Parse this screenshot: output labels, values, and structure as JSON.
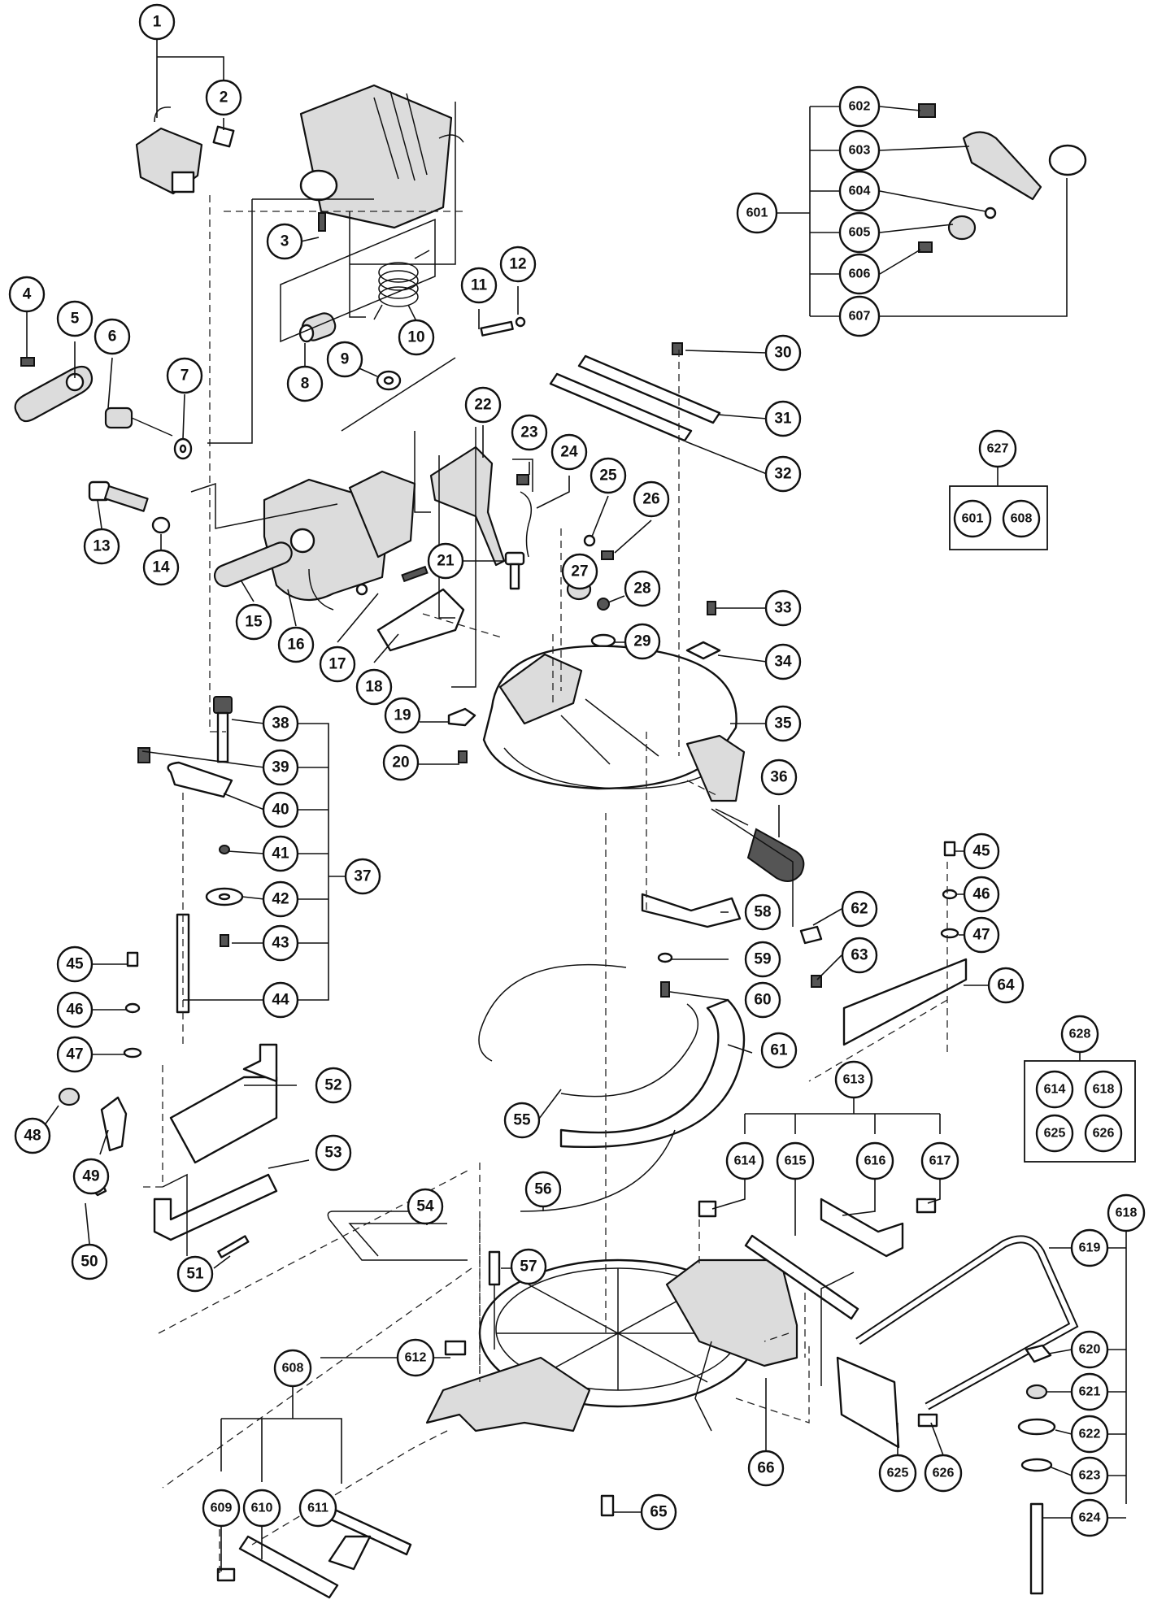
{
  "callouts": [
    {
      "id": "c1",
      "label": "1"
    },
    {
      "id": "c2",
      "label": "2"
    },
    {
      "id": "c3",
      "label": "3"
    },
    {
      "id": "c4",
      "label": "4"
    },
    {
      "id": "c5",
      "label": "5"
    },
    {
      "id": "c6",
      "label": "6"
    },
    {
      "id": "c7",
      "label": "7"
    },
    {
      "id": "c8",
      "label": "8"
    },
    {
      "id": "c9",
      "label": "9"
    },
    {
      "id": "c10",
      "label": "10"
    },
    {
      "id": "c11",
      "label": "11"
    },
    {
      "id": "c12",
      "label": "12"
    },
    {
      "id": "c13",
      "label": "13"
    },
    {
      "id": "c14",
      "label": "14"
    },
    {
      "id": "c15",
      "label": "15"
    },
    {
      "id": "c16",
      "label": "16"
    },
    {
      "id": "c17",
      "label": "17"
    },
    {
      "id": "c18",
      "label": "18"
    },
    {
      "id": "c19",
      "label": "19"
    },
    {
      "id": "c20",
      "label": "20"
    },
    {
      "id": "c21",
      "label": "21"
    },
    {
      "id": "c22",
      "label": "22"
    },
    {
      "id": "c23",
      "label": "23"
    },
    {
      "id": "c24",
      "label": "24"
    },
    {
      "id": "c25",
      "label": "25"
    },
    {
      "id": "c26",
      "label": "26"
    },
    {
      "id": "c27",
      "label": "27"
    },
    {
      "id": "c28",
      "label": "28"
    },
    {
      "id": "c29",
      "label": "29"
    },
    {
      "id": "c30",
      "label": "30"
    },
    {
      "id": "c31",
      "label": "31"
    },
    {
      "id": "c32",
      "label": "32"
    },
    {
      "id": "c33",
      "label": "33"
    },
    {
      "id": "c34",
      "label": "34"
    },
    {
      "id": "c35",
      "label": "35"
    },
    {
      "id": "c36",
      "label": "36"
    },
    {
      "id": "c37",
      "label": "37"
    },
    {
      "id": "c38",
      "label": "38"
    },
    {
      "id": "c39",
      "label": "39"
    },
    {
      "id": "c40",
      "label": "40"
    },
    {
      "id": "c41",
      "label": "41"
    },
    {
      "id": "c42",
      "label": "42"
    },
    {
      "id": "c43",
      "label": "43"
    },
    {
      "id": "c44",
      "label": "44"
    },
    {
      "id": "c45a",
      "label": "45"
    },
    {
      "id": "c46a",
      "label": "46"
    },
    {
      "id": "c47a",
      "label": "47"
    },
    {
      "id": "c45b",
      "label": "45"
    },
    {
      "id": "c46b",
      "label": "46"
    },
    {
      "id": "c47b",
      "label": "47"
    },
    {
      "id": "c48",
      "label": "48"
    },
    {
      "id": "c49",
      "label": "49"
    },
    {
      "id": "c50",
      "label": "50"
    },
    {
      "id": "c51",
      "label": "51"
    },
    {
      "id": "c52",
      "label": "52"
    },
    {
      "id": "c53",
      "label": "53"
    },
    {
      "id": "c54",
      "label": "54"
    },
    {
      "id": "c55",
      "label": "55"
    },
    {
      "id": "c56",
      "label": "56"
    },
    {
      "id": "c57",
      "label": "57"
    },
    {
      "id": "c58",
      "label": "58"
    },
    {
      "id": "c59",
      "label": "59"
    },
    {
      "id": "c60",
      "label": "60"
    },
    {
      "id": "c61",
      "label": "61"
    },
    {
      "id": "c62",
      "label": "62"
    },
    {
      "id": "c63",
      "label": "63"
    },
    {
      "id": "c64",
      "label": "64"
    },
    {
      "id": "c65",
      "label": "65"
    },
    {
      "id": "c66",
      "label": "66"
    },
    {
      "id": "c601",
      "label": "601"
    },
    {
      "id": "c602",
      "label": "602"
    },
    {
      "id": "c603",
      "label": "603"
    },
    {
      "id": "c604",
      "label": "604"
    },
    {
      "id": "c605",
      "label": "605"
    },
    {
      "id": "c606",
      "label": "606"
    },
    {
      "id": "c607",
      "label": "607"
    },
    {
      "id": "c608",
      "label": "608"
    },
    {
      "id": "c609",
      "label": "609"
    },
    {
      "id": "c610",
      "label": "610"
    },
    {
      "id": "c611",
      "label": "611"
    },
    {
      "id": "c612",
      "label": "612"
    },
    {
      "id": "c613",
      "label": "613"
    },
    {
      "id": "c614",
      "label": "614"
    },
    {
      "id": "c615",
      "label": "615"
    },
    {
      "id": "c616",
      "label": "616"
    },
    {
      "id": "c617",
      "label": "617"
    },
    {
      "id": "c618",
      "label": "618"
    },
    {
      "id": "c619",
      "label": "619"
    },
    {
      "id": "c620",
      "label": "620"
    },
    {
      "id": "c621",
      "label": "621"
    },
    {
      "id": "c622",
      "label": "622"
    },
    {
      "id": "c623",
      "label": "623"
    },
    {
      "id": "c624",
      "label": "624"
    },
    {
      "id": "c625",
      "label": "625"
    },
    {
      "id": "c626",
      "label": "626"
    },
    {
      "id": "c627",
      "label": "627"
    },
    {
      "id": "c628",
      "label": "628"
    },
    {
      "id": "k601",
      "label": "601"
    },
    {
      "id": "k608",
      "label": "608"
    },
    {
      "id": "k614",
      "label": "614"
    },
    {
      "id": "k618",
      "label": "618"
    },
    {
      "id": "k625",
      "label": "625"
    },
    {
      "id": "k626",
      "label": "626"
    }
  ],
  "icons": [
    "exploded-parts-diagram"
  ],
  "colors": {
    "ink": "#111111",
    "paper": "#ffffff",
    "fill": "#dcdcdc"
  }
}
